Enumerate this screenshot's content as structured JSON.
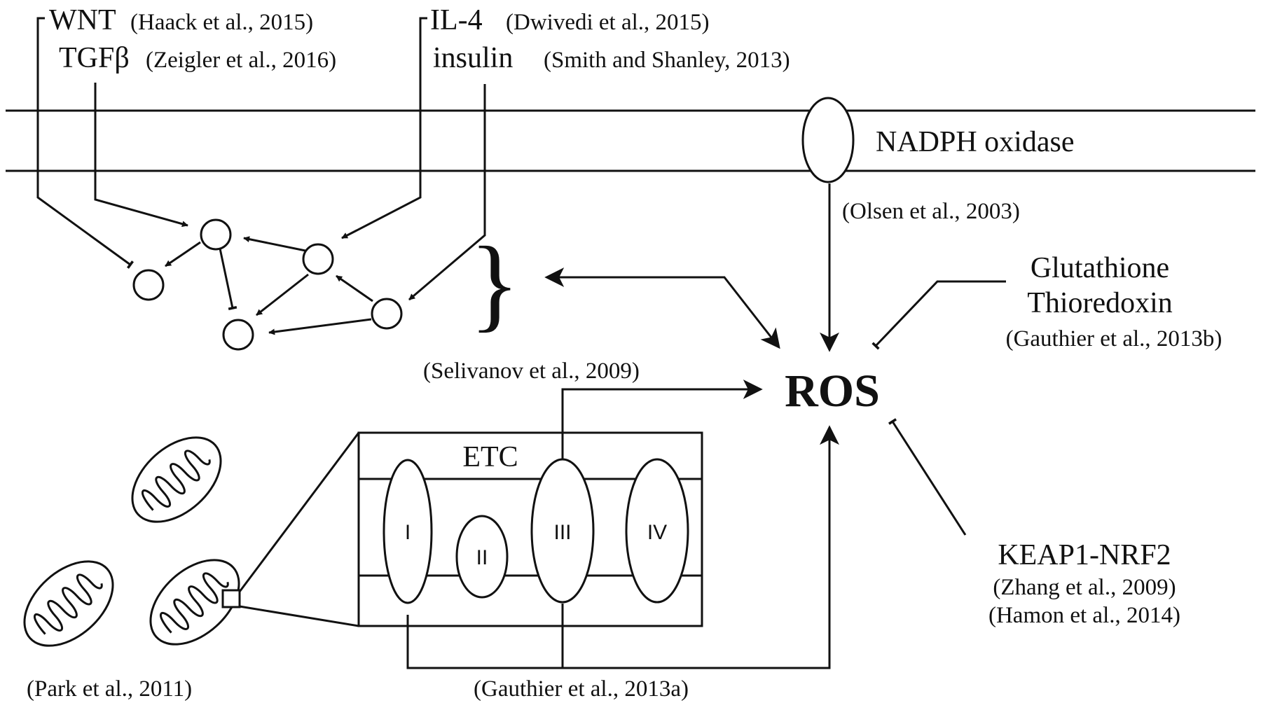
{
  "ligands": {
    "wnt": {
      "name": "WNT",
      "cite": "(Haack et al., 2015)"
    },
    "tgfb": {
      "name": "TGFβ",
      "cite": "(Zeigler et al., 2016)"
    },
    "il4": {
      "name": "IL-4",
      "cite": "(Dwivedi et al., 2015)"
    },
    "insulin": {
      "name": "insulin",
      "cite": "(Smith and Shanley, 2013)"
    }
  },
  "nadph": {
    "label": "NADPH oxidase",
    "cite": "(Olsen et al., 2003)"
  },
  "ros": {
    "label": "ROS"
  },
  "antioxidants": {
    "line1": "Glutathione",
    "line2": "Thioredoxin",
    "cite": "(Gauthier et al., 2013b)"
  },
  "keap": {
    "label": "KEAP1-NRF2",
    "cite1": "(Zhang et al., 2009)",
    "cite2": "(Hamon et al., 2014)"
  },
  "etc": {
    "label": "ETC",
    "complexes": [
      "I",
      "II",
      "III",
      "IV"
    ],
    "cite_top": "(Selivanov et al., 2009)",
    "cite_bottom": "(Gauthier et al., 2013a)"
  },
  "mitochondria": {
    "cite": "(Park et al., 2011)"
  },
  "network": {
    "bracket": "}"
  }
}
